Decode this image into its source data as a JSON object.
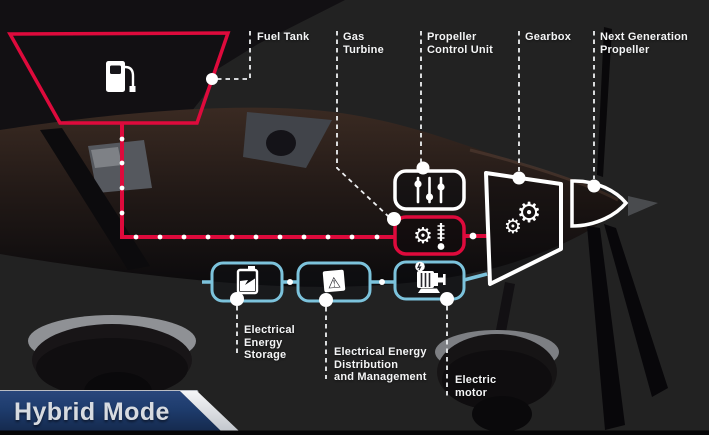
{
  "scene": {
    "description": "Hybrid-electric aircraft powertrain diagram overlay",
    "mode_label": "Hybrid Mode"
  },
  "callouts": {
    "fuel_tank": {
      "label": "Fuel Tank"
    },
    "gas_turbine": {
      "label": "Gas\nTurbine"
    },
    "propeller_control_unit": {
      "label": "Propeller\nControl Unit"
    },
    "gearbox": {
      "label": "Gearbox"
    },
    "next_generation_propeller": {
      "label": "Next Generation\nPropeller"
    },
    "electrical_energy_storage": {
      "label": "Electrical\nEnergy\nStorage"
    },
    "electrical_energy_distribution": {
      "label": "Electrical Energy\nDistribution\nand Management"
    },
    "electric_motor": {
      "label": "Electric\nmotor"
    }
  },
  "icons": {
    "fuel_tank": "fuel-pump-icon",
    "gas_turbine": "turbine-gear-icon",
    "propeller_control_unit": "sliders-icon",
    "gearbox": "gears-icon",
    "electrical_energy_storage": "battery-icon",
    "electrical_energy_distribution": "warning-box-icon",
    "electric_motor": "electric-motor-icon"
  },
  "glyphs": {
    "gear_large": "⚙",
    "gear_small": "⚙",
    "turbine_gear": "⚙",
    "warning": "⚠"
  },
  "colors": {
    "fuel_line": "#de0a3c",
    "electric_line": "#7cc3dc",
    "connector_white": "#f2f3f5",
    "banner_navy": "#1e3c6d",
    "background_gray": "#696b6f"
  }
}
